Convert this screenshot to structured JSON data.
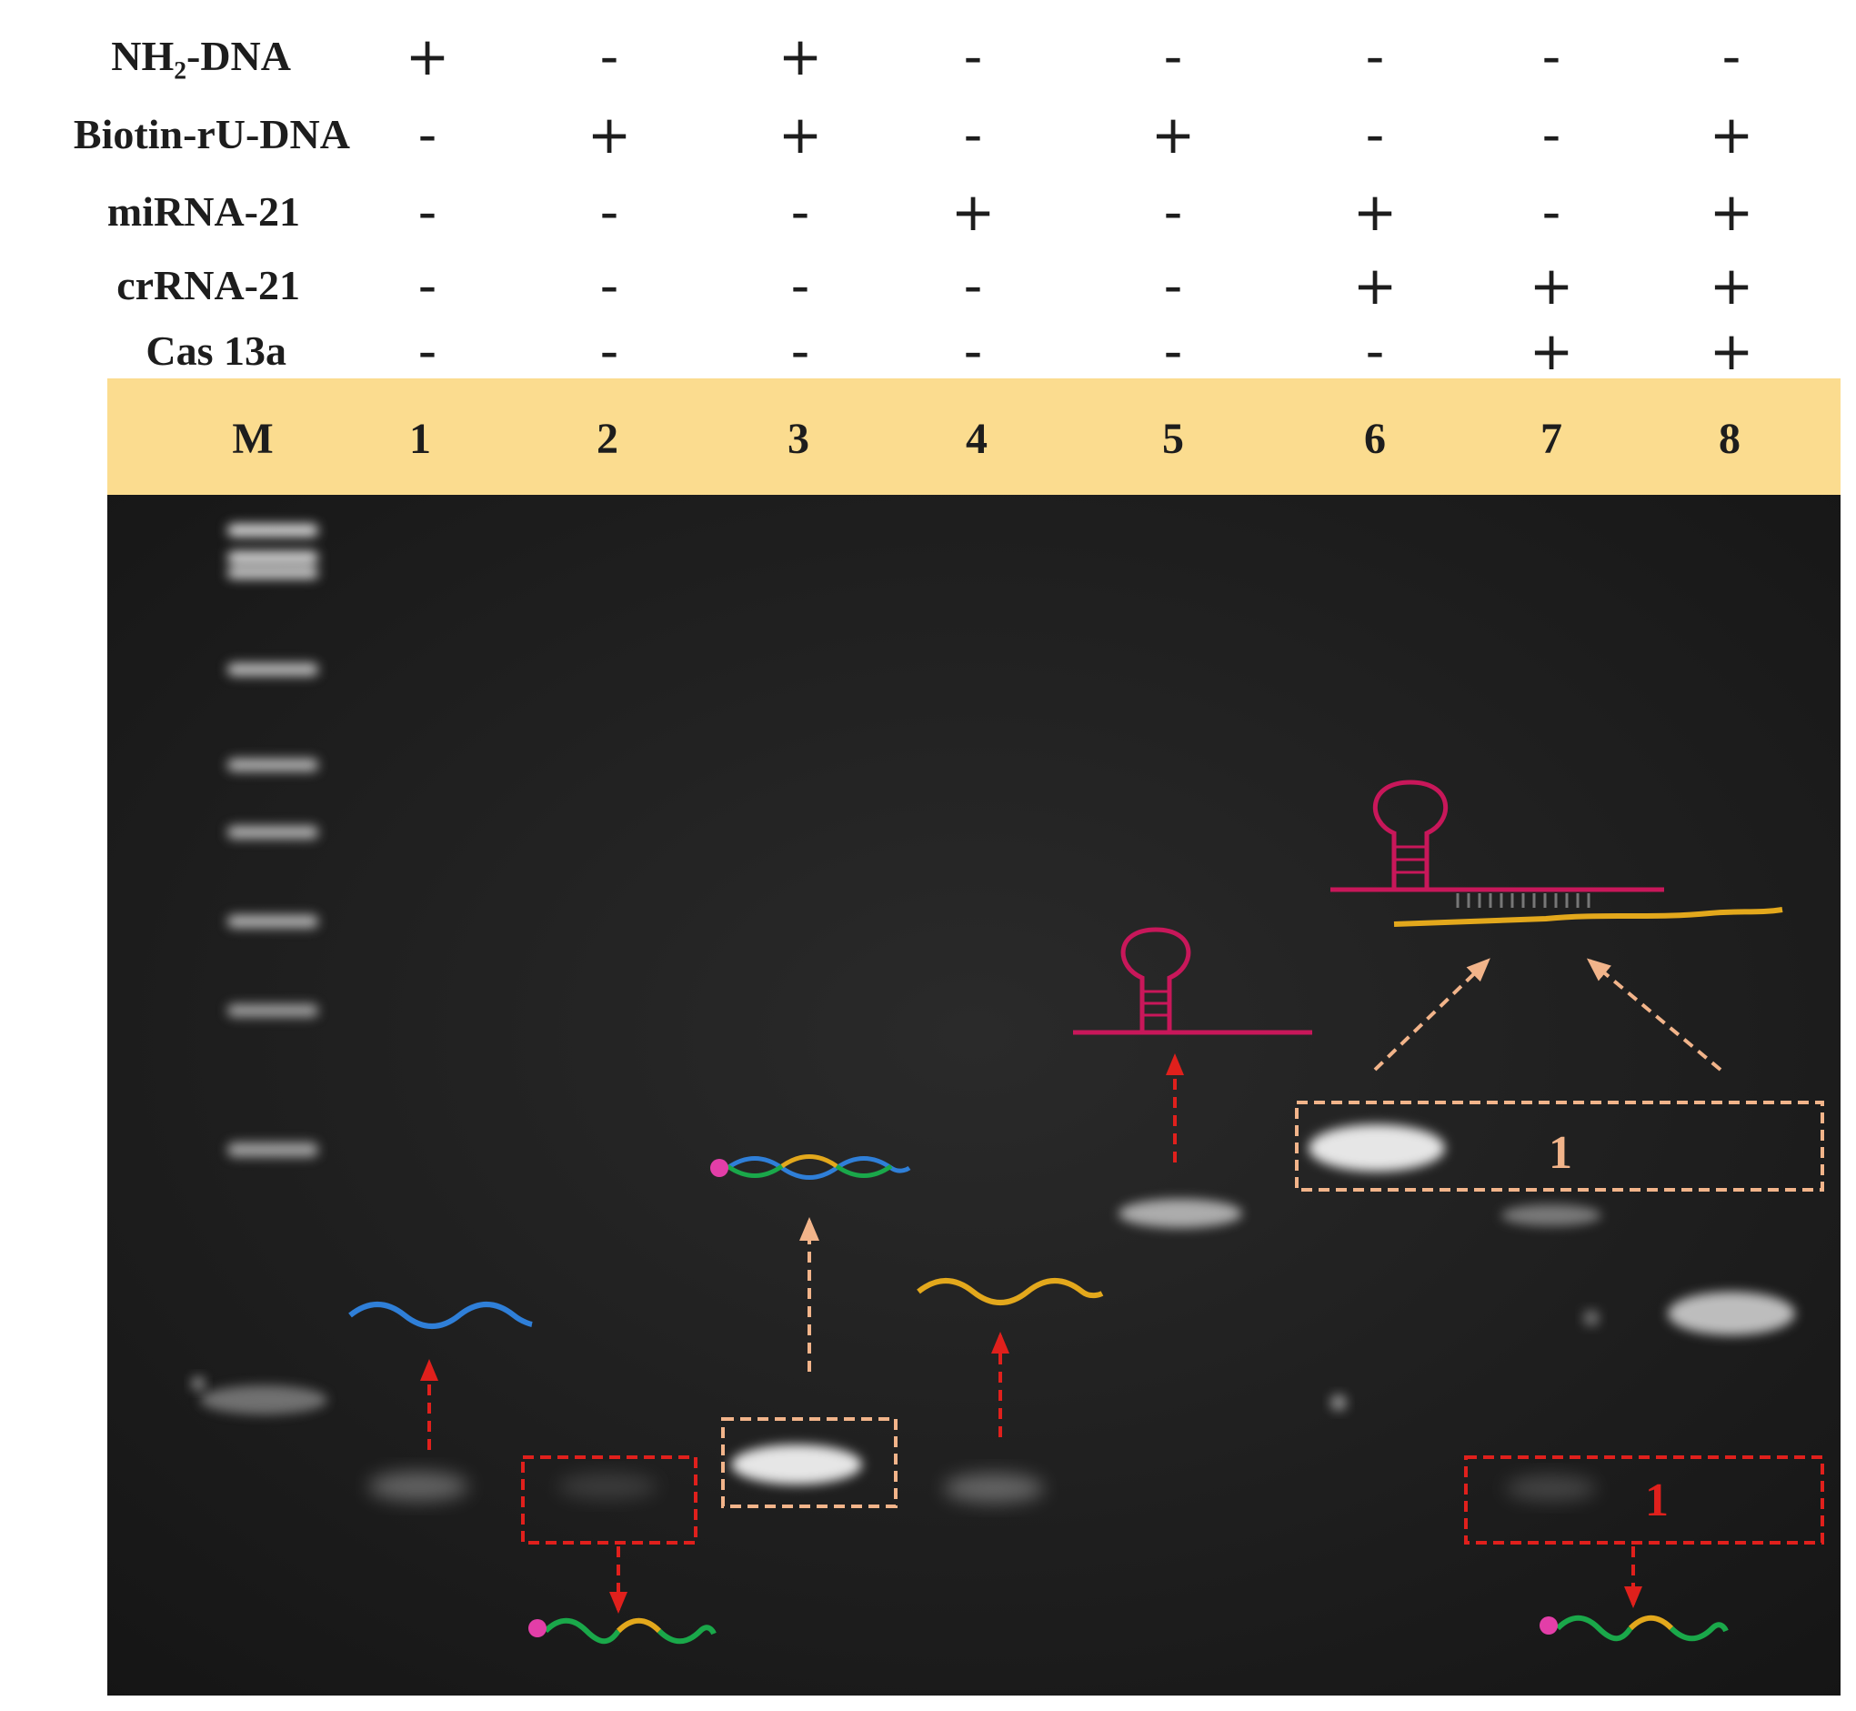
{
  "conditions": {
    "rows": [
      {
        "label": "NH₂-DNA",
        "signs": [
          "+",
          "-",
          "+",
          "-",
          "-",
          "-",
          "-",
          "-"
        ]
      },
      {
        "label": "Biotin-rU-DNA",
        "signs": [
          "-",
          "+",
          "+",
          "-",
          "+",
          "-",
          "-",
          "+"
        ]
      },
      {
        "label": "miRNA-21",
        "signs": [
          "-",
          "-",
          "-",
          "+",
          "-",
          "+",
          "-",
          "+"
        ]
      },
      {
        "label": "crRNA-21",
        "signs": [
          "-",
          "-",
          "-",
          "-",
          "-",
          "+",
          "+",
          "+"
        ]
      },
      {
        "label": "Cas 13a",
        "signs": [
          "-",
          "-",
          "-",
          "-",
          "-",
          "-",
          "+",
          "+"
        ]
      }
    ]
  },
  "lanes": [
    "M",
    "1",
    "2",
    "3",
    "4",
    "5",
    "6",
    "7",
    "8"
  ],
  "annotations": {
    "box_upper_label": "1",
    "box_lower_label": "1"
  },
  "colors": {
    "header_band": "#fbdc8f",
    "gel_background": "#222222",
    "dna_blue": "#2f7fd8",
    "dna_green": "#1aa84a",
    "dna_orange": "#e3a81c",
    "crrna_magenta": "#c8175a",
    "box_orange": "#f2b48a",
    "arrow_red": "#e0201c"
  }
}
